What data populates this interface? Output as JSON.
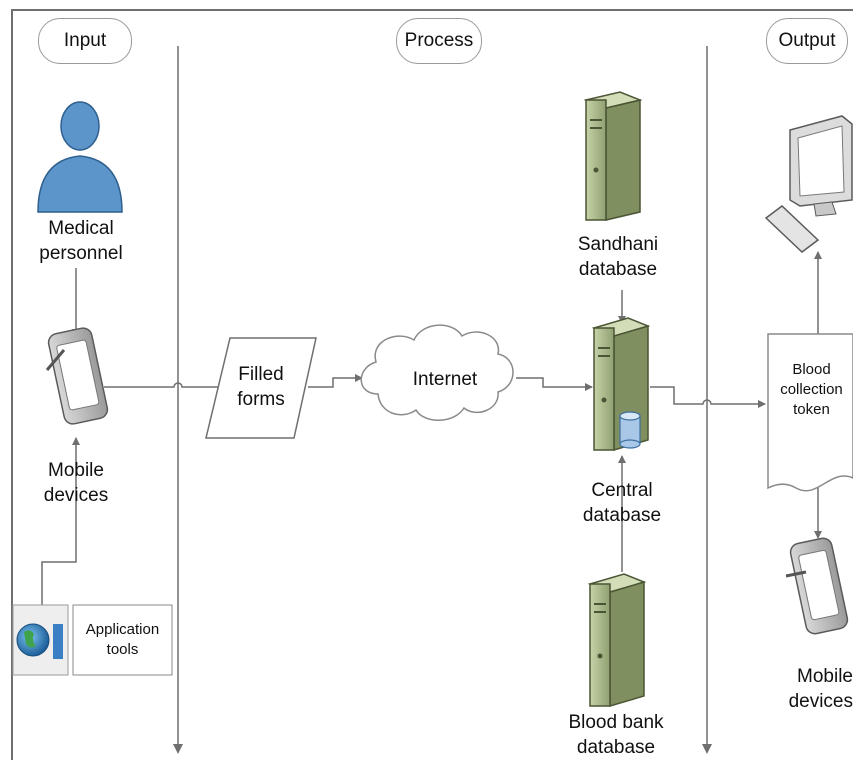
{
  "phases": {
    "input": "Input",
    "process": "Process",
    "output": "Output"
  },
  "nodes": {
    "medical_personnel": [
      "Medical",
      "personnel"
    ],
    "mobile_devices_input": [
      "Mobile",
      "devices"
    ],
    "application_tools": [
      "Application",
      "tools"
    ],
    "filled_forms": [
      "Filled",
      "forms"
    ],
    "internet": "Internet",
    "sandhani_database": [
      "Sandhani",
      "database"
    ],
    "central_database": [
      "Central",
      "database"
    ],
    "blood_bank_database": [
      "Blood bank",
      "database"
    ],
    "blood_collection_token": [
      "Blood",
      "collection",
      "token"
    ],
    "mobile_devices_output": [
      "Mobile",
      "devices"
    ]
  },
  "colors": {
    "line": "#6f6f6f",
    "person": "#5b95c9",
    "server": "#a9b98a",
    "cloud_border": "#8a8a8a"
  }
}
